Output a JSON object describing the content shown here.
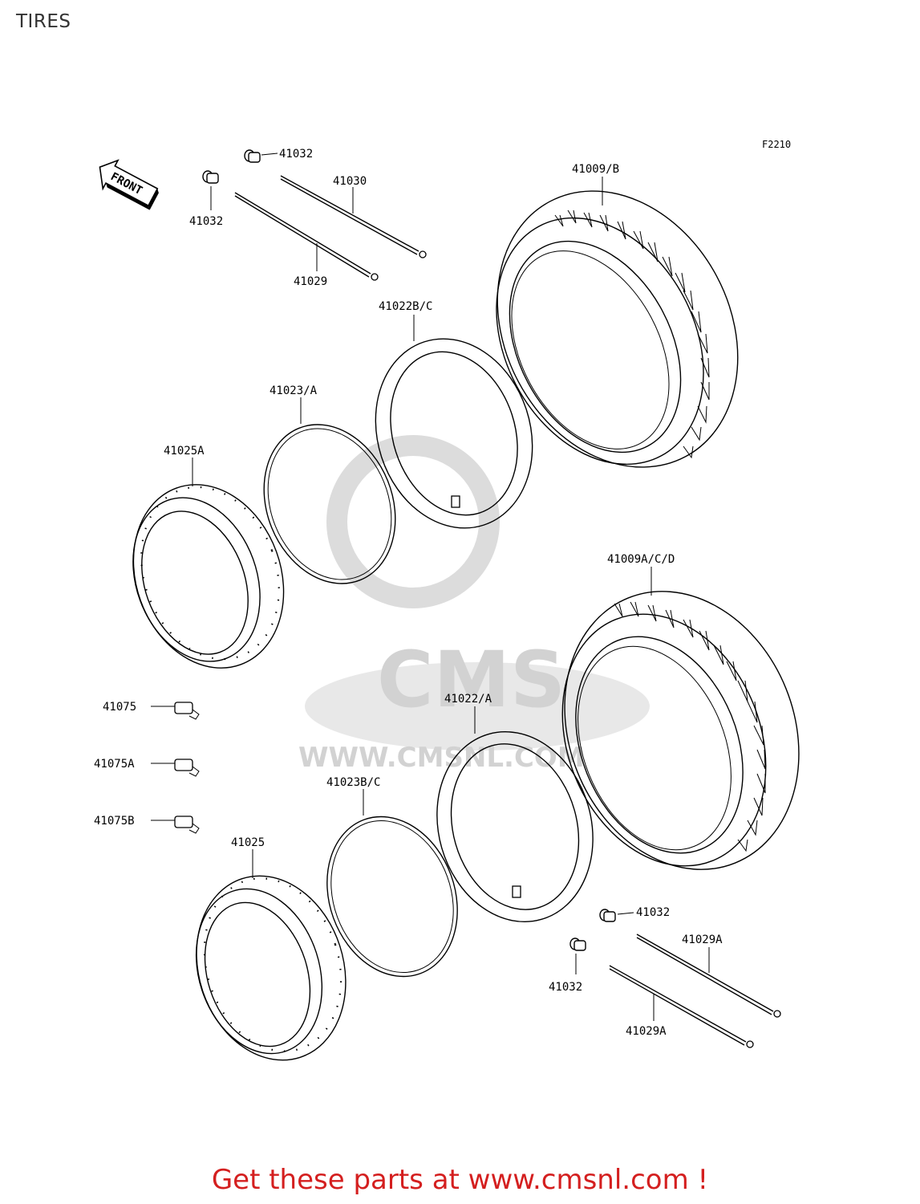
{
  "page": {
    "title": "TIRES",
    "figure_ref": "F2210",
    "direction_label": "FRONT",
    "promo_text": "Get these parts at www.cmsnl.com !",
    "watermark": {
      "brand": "CMS",
      "url": "WWW.CMSNL.COM"
    }
  },
  "parts": {
    "valve_cap_top_right": "41032",
    "valve_cap_top_left": "41032",
    "spoke_upper": "41030",
    "spoke_lower": "41029",
    "tire_rear": "41009/B",
    "tube_rear": "41022B/C",
    "rim_band_rear": "41023/A",
    "rim_rear": "41025A",
    "tire_front": "41009A/C/D",
    "tube_front": "41022/A",
    "rim_band_front": "41023B/C",
    "weight_1": "41075",
    "weight_2": "41075A",
    "weight_3": "41075B",
    "rim_front": "41025",
    "valve_cap_bottom_right": "41032",
    "valve_cap_bottom_left": "41032",
    "spoke_bottom_upper": "41029A",
    "spoke_bottom_lower": "41029A"
  }
}
